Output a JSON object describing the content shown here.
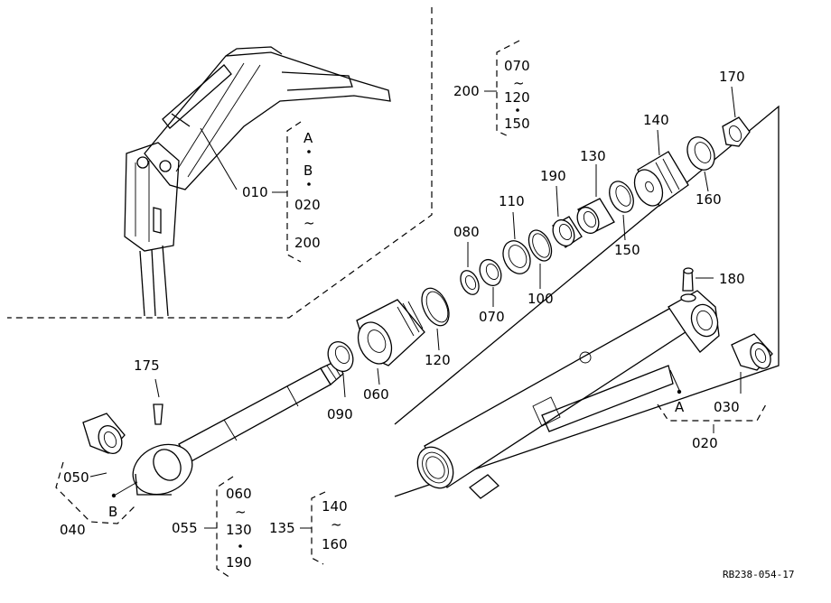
{
  "labels": {
    "p010": "010",
    "p020": "020",
    "p030": "030",
    "p040": "040",
    "p050": "050",
    "p055": "055",
    "p060": "060",
    "p070": "070",
    "p080": "080",
    "p090": "090",
    "p100": "100",
    "p110": "110",
    "p120": "120",
    "p130": "130",
    "p135": "135",
    "p140": "140",
    "p150": "150",
    "p160": "160",
    "p170": "170",
    "p175": "175",
    "p180": "180",
    "p190": "190",
    "p200": "200",
    "refA": "A",
    "refB": "B"
  },
  "groups": {
    "g010": {
      "l1": "A",
      "l2": "B",
      "l3": "020",
      "tilde": "~",
      "l4": "200"
    },
    "g200": {
      "l1": "070",
      "tilde": "~",
      "l2": "120",
      "l3": "150"
    },
    "g055": {
      "l1": "060",
      "tilde": "~",
      "l2": "130",
      "l3": "190"
    },
    "g135": {
      "l1": "140",
      "tilde": "~",
      "l2": "160"
    }
  },
  "drawing_code": "RB238-054-17"
}
